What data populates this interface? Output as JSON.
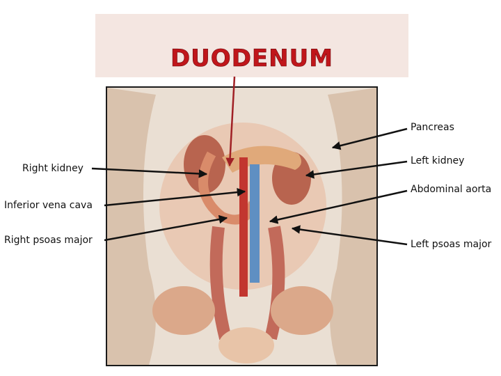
{
  "title": "DUODENUM",
  "labels": {
    "pancreas": "Pancreas",
    "left_kidney": "Left kidney",
    "abdominal_aorta": "Abdominal aorta",
    "left_psoas_major": "Left psoas major",
    "right_kidney": "Right kidney",
    "inferior_vena_cava": "Inferior vena cava",
    "right_psoas_major": "Right psoas major"
  },
  "colors": {
    "title": "#c0161b",
    "title_box": "#f4e6e1",
    "arrow": "#111111",
    "title_arrow": "#a02025"
  }
}
